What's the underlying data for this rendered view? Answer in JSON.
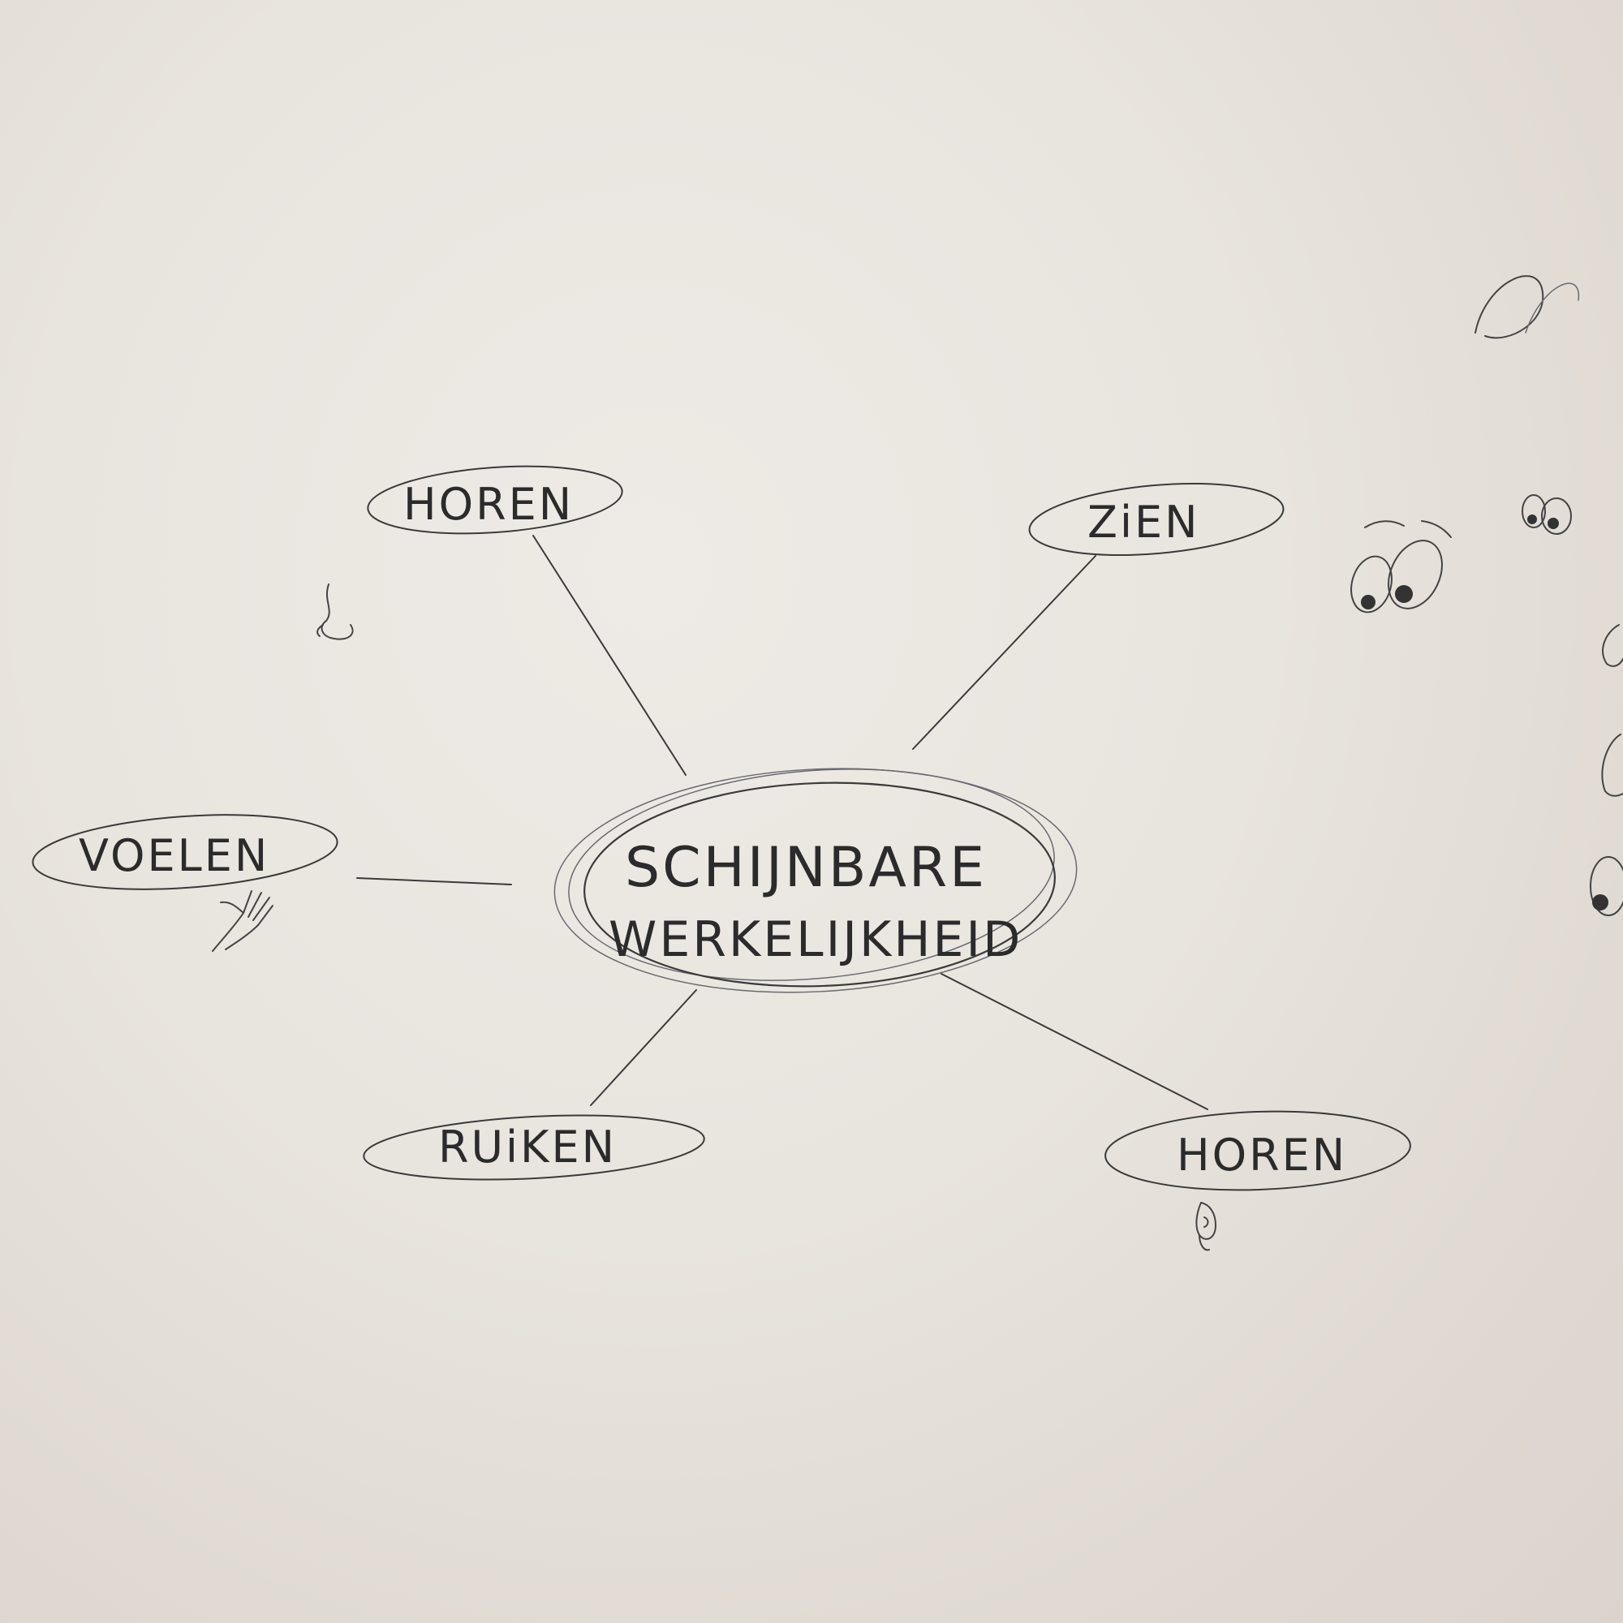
{
  "mindmap": {
    "center": {
      "line1": "SCHIJNBARE",
      "line2": "WERKELIJKHEID"
    },
    "nodes": [
      {
        "id": "top-left",
        "label": "HOREN",
        "doodle": "nose-icon"
      },
      {
        "id": "top-right",
        "label": "ZiEN",
        "doodle": "eyes-icon"
      },
      {
        "id": "left",
        "label": "VOELEN",
        "doodle": "hand-icon"
      },
      {
        "id": "bottom-left",
        "label": "RUiKEN",
        "doodle": ""
      },
      {
        "id": "bottom-right",
        "label": "HOREN",
        "doodle": "ear-icon"
      }
    ]
  },
  "colors": {
    "paper": "#e8e4de",
    "pencil": "#3a3a3a"
  }
}
